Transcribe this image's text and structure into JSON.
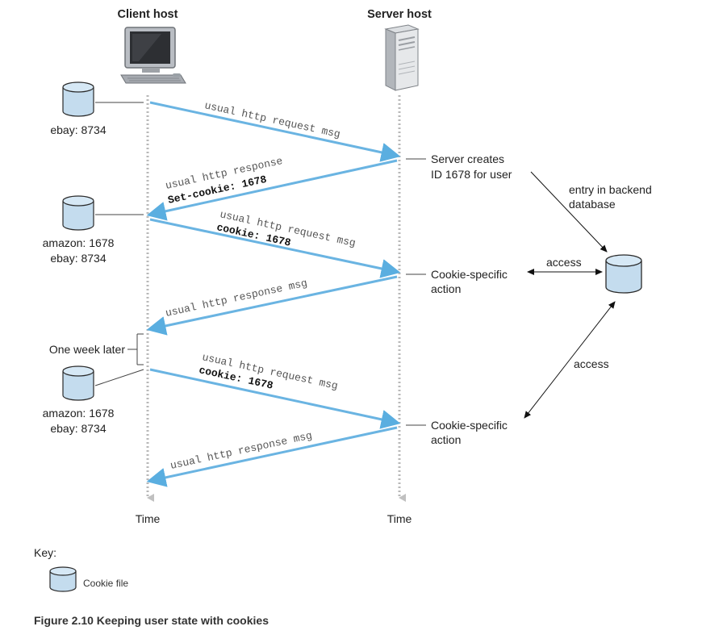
{
  "headers": {
    "client": "Client host",
    "server": "Server host"
  },
  "time_labels": {
    "client": "Time",
    "server": "Time"
  },
  "cookie_labels": {
    "c1_line1": "ebay: 8734",
    "c2_line1": "amazon: 1678",
    "c2_line2": "ebay: 8734",
    "c3_line1": "amazon: 1678",
    "c3_line2": "ebay: 8734"
  },
  "messages": {
    "m1": "usual http request msg",
    "m2_line1": "usual http response",
    "m2_line2": "Set-cookie: 1678",
    "m3_line1": "usual http request msg",
    "m3_line2": "cookie: 1678",
    "m4": "usual http response msg",
    "m5_line1": "usual http request msg",
    "m5_line2": "cookie: 1678",
    "m6": "usual http response msg"
  },
  "server_notes": {
    "n1_line1": "Server creates",
    "n1_line2": "ID 1678 for user",
    "n2_line1": "Cookie-specific",
    "n2_line2": "action",
    "n3_line1": "Cookie-specific",
    "n3_line2": "action"
  },
  "database": {
    "entry_line1": "entry in backend",
    "entry_line2": "database",
    "access1": "access",
    "access2": "access"
  },
  "one_week_later": "One week later",
  "key": {
    "title": "Key:",
    "cookie_file": "Cookie file"
  },
  "caption": "Figure 2.10 Keeping user state with cookies",
  "colors": {
    "arrow": "#6ab4e2",
    "cylinder_fill": "#c4dcee",
    "timeline": "#b8b8b8"
  }
}
